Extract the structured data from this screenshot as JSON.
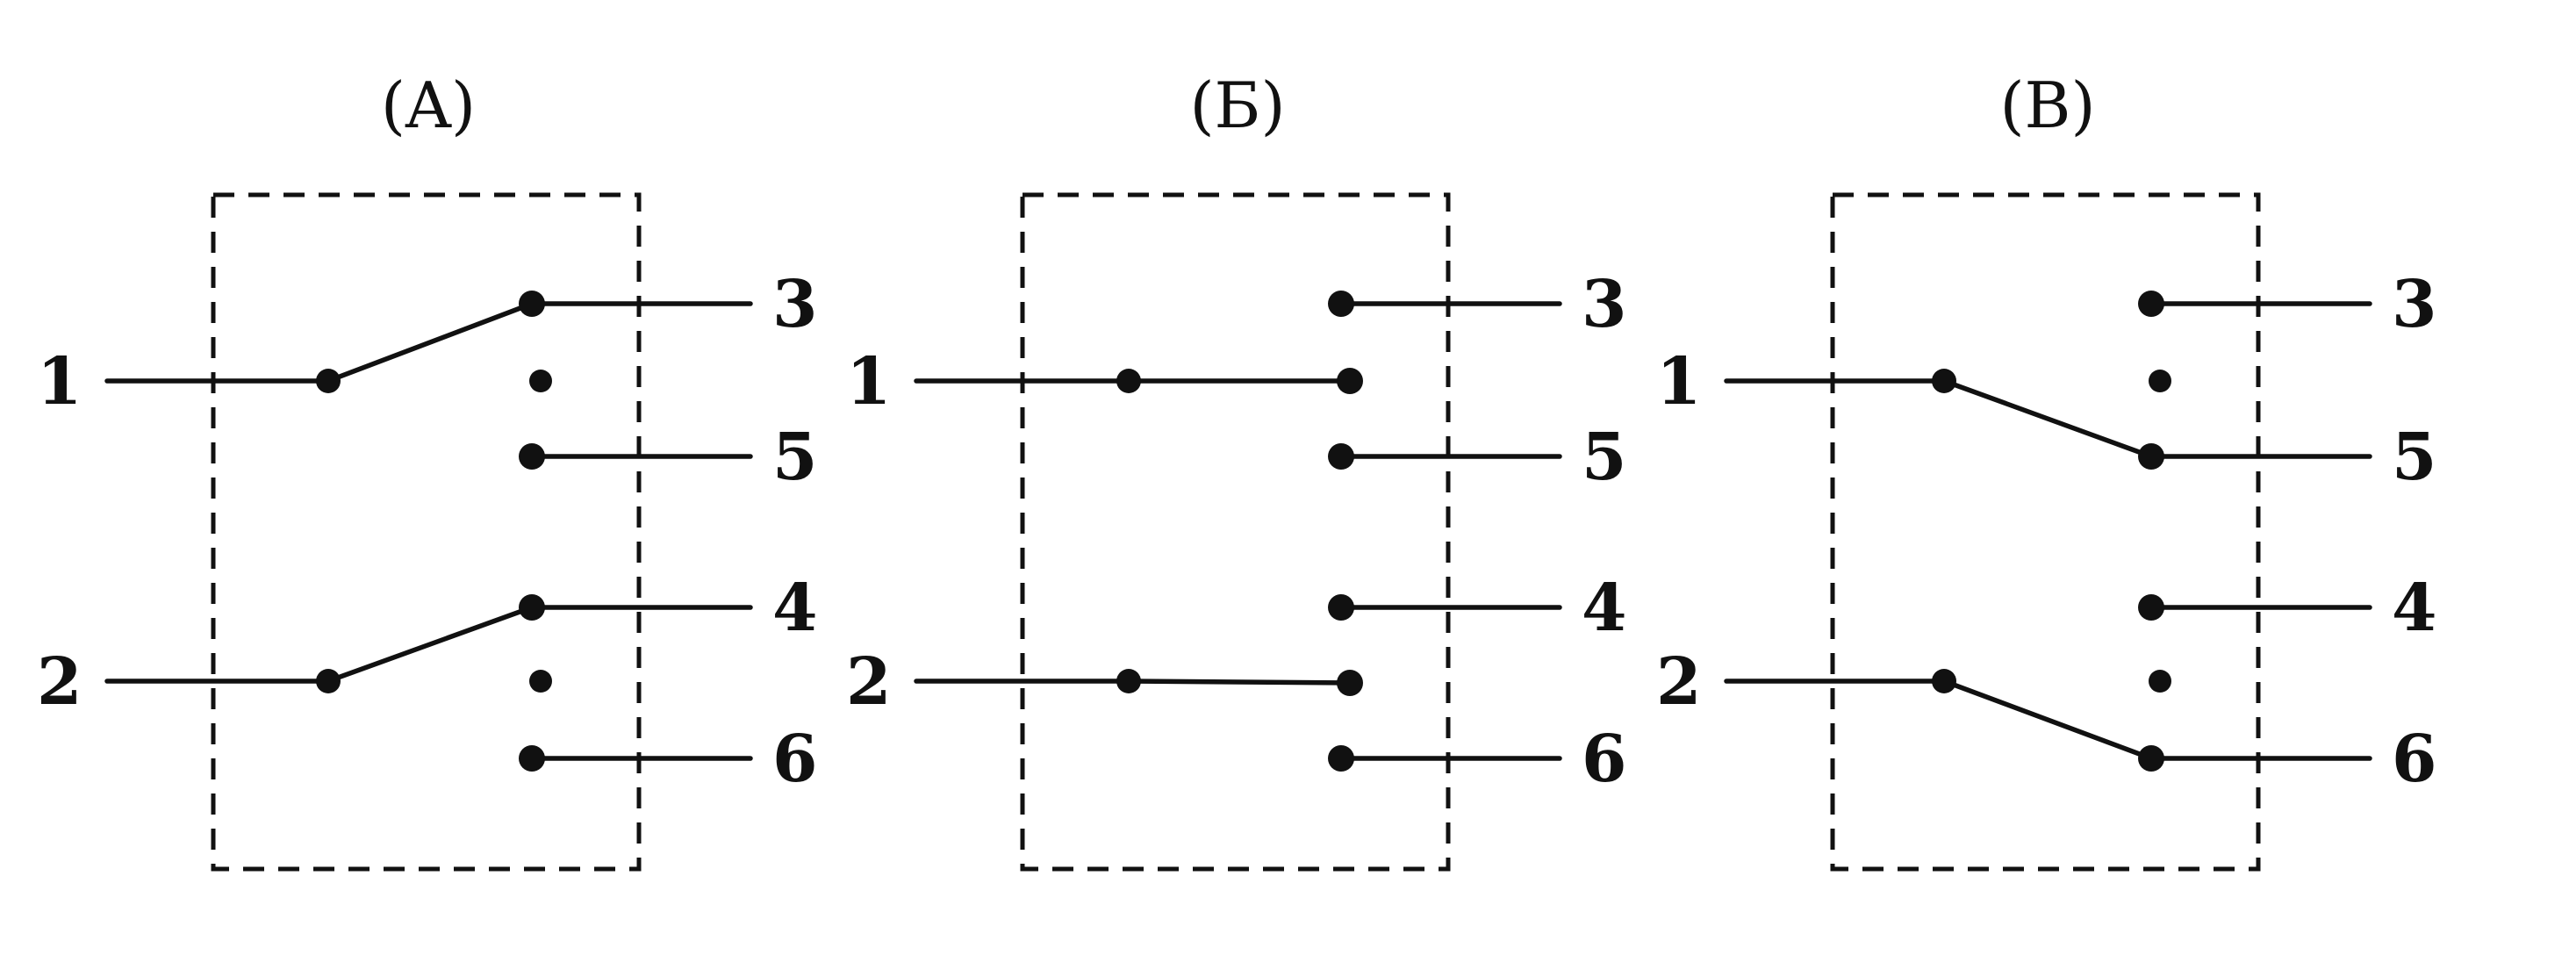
{
  "panels": [
    {
      "title": "(A)",
      "terminals": {
        "t1": "1",
        "t2": "2",
        "t3": "3",
        "t4": "4",
        "t5": "5",
        "t6": "6"
      },
      "switch_position": "up"
    },
    {
      "title": "(Б)",
      "terminals": {
        "t1": "1",
        "t2": "2",
        "t3": "3",
        "t4": "4",
        "t5": "5",
        "t6": "6"
      },
      "switch_position": "middle"
    },
    {
      "title": "(В)",
      "terminals": {
        "t1": "1",
        "t2": "2",
        "t3": "3",
        "t4": "4",
        "t5": "5",
        "t6": "6"
      },
      "switch_position": "down"
    }
  ],
  "colors": {
    "ink": "#111111",
    "background": "#ffffff"
  }
}
